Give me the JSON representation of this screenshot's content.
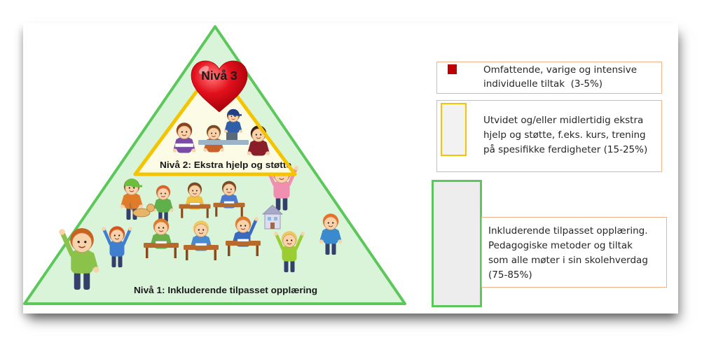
{
  "diagram": {
    "level3_label": "Nivå 3",
    "level2_label": "Nivå 2: Ekstra hjelp og støtte",
    "level1_label": "Nivå 1: Inkluderende tilpasset opplæring"
  },
  "legend": [
    {
      "lines": [
        "Omfattende, varige og intensive",
        "individuelle tiltak  (3-5%)"
      ]
    },
    {
      "lines": [
        "Utvidet og/eller midlertidig ekstra",
        "hjelp og støtte, f.eks. kurs, trening",
        "på spesifikke ferdigheter (15-25%)"
      ]
    },
    {
      "lines": [
        "Inkluderende tilpasset opplæring.",
        "Pedagogiske metoder og tiltak",
        "som alle møter i sin skolehverdag",
        "(75-85%)"
      ]
    }
  ],
  "colors": {
    "level1_outline": "#5cc85c",
    "level1_fill": "#d9f4d9",
    "level2_outline": "#f5c400",
    "level2_fill": "#fbfbe6",
    "level3_heart": "#e3101c",
    "level3_swatch": "#c00000",
    "legend_border": "#f4b183",
    "swatch_fill": "#ededed",
    "text": "#262626"
  }
}
